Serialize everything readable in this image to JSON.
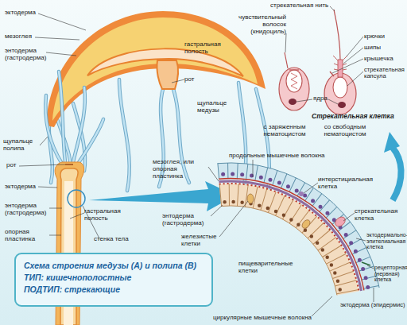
{
  "diagram": {
    "nodes": [
      {
        "text": [
          "Схема строения медузы (А) и полипа (В)",
          "ТИП: кишечнополостные",
          "ПОДТИП: стрекающие"
        ]
      }
    ],
    "labels": [
      "эктодерма",
      "мезоглея",
      "энтодерма (гастродерма)",
      "гастральная полость",
      "рот",
      "щупальце медузы",
      "щупальце полипа",
      "рот",
      "эктодерма",
      "гастральная полость",
      "энтодерма (гастродерма)",
      "опорная пластинка",
      "стенка тела",
      "стрекательная нить",
      "чувствительный волосок (книдоциль)",
      "крючки",
      "шипы",
      "крышечка",
      "стрекательная капсула",
      "ядра",
      "Стрекательная клетка",
      "с заряженным нематоцистом",
      "со свободным нематоцистом",
      "продольные мышечные волокна",
      "мезоглея, или опорная пластинка",
      "интерстициальная клетка",
      "стрекательная клетка",
      "энтодерма (гастродерма)",
      "железистые клетки",
      "эктодермально-эпителиальная клетка",
      "пищеварительные клетки",
      "рецепторная (нервная) клетка",
      "эктодерма (эпидермис)",
      "циркулярные мышечные волокна"
    ]
  }
}
